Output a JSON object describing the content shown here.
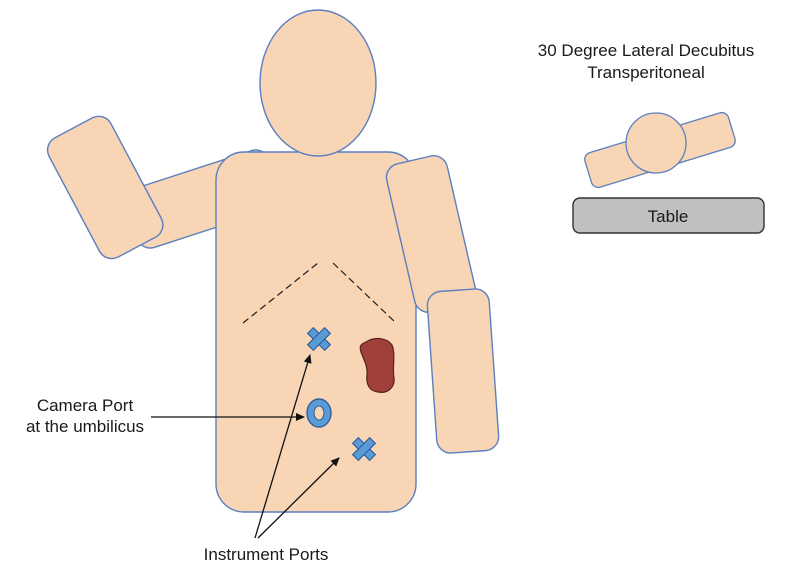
{
  "title": {
    "line1": "30 Degree Lateral Decubitus",
    "line2": "Transperitoneal"
  },
  "table_label": "Table",
  "camera_port": {
    "line1": "Camera Port",
    "line2": "at the umbilicus"
  },
  "instrument_ports_label": "Instrument Ports",
  "colors": {
    "skin": "#f7d5b5",
    "outline": "#5b7fc0",
    "port": "#5b9bd5",
    "port_outline": "#2f5f9f",
    "kidney": "#a0403a",
    "table": "#c0c0c0"
  }
}
